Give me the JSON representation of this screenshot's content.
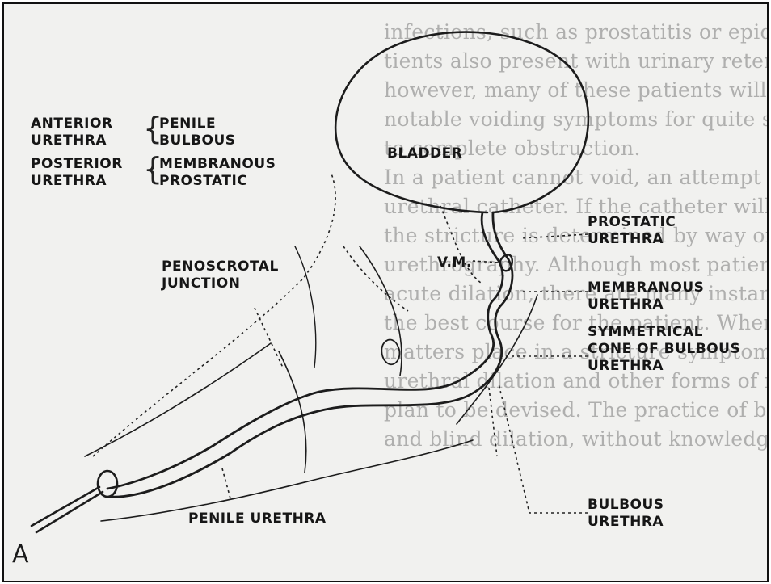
{
  "background_text": [
    "infections, such as prostatitis or epididymitis.",
    "tients also present with urinary retention. On e",
    "however, many of these patients will have had",
    "notable voiding symptoms for quite some time before",
    "to complete obstruction.",
    "  In a patient cannot void, an attempt is ma",
    "urethral catheter. If the catheter will not pass, t",
    "the stricture is determined by way of dynamic",
    "urethrography. Although most patients are ma",
    "acute dilation, there are many instances in whi",
    "the best course for the patient. When there is",
    "matters place in a stricture symptomatic, other",
    "urethral dilation and other forms of management",
    "plan to be devised. The practice of blind passage",
    "and blind dilation, without knowledge of the an"
  ],
  "legend": {
    "anterior_line1": "ANTERIOR",
    "anterior_line2": "URETHRA",
    "penile": "PENILE",
    "bulbous": "BULBOUS",
    "posterior_line1": "POSTERIOR",
    "posterior_line2": "URETHRA",
    "membranous": "MEMBRANOUS",
    "prostatic": "PROSTATIC"
  },
  "labels": {
    "bladder": "BLADDER",
    "penoscrotal_line1": "PENOSCROTAL",
    "penoscrotal_line2": "JUNCTION",
    "vm": "V.M.",
    "prostatic_urethra_line1": "PROSTATIC",
    "prostatic_urethra_line2": "URETHRA",
    "membranous_urethra_line1": "MEMBRANOUS",
    "membranous_urethra_line2": "URETHRA",
    "symmetrical_line1": "SYMMETRICAL",
    "symmetrical_line2": "CONE OF BULBOUS",
    "symmetrical_line3": "URETHRA",
    "penile_urethra": "PENILE URETHRA",
    "bulbous_urethra_line1": "BULBOUS",
    "bulbous_urethra_line2": "URETHRA"
  },
  "panel_letter": "A"
}
